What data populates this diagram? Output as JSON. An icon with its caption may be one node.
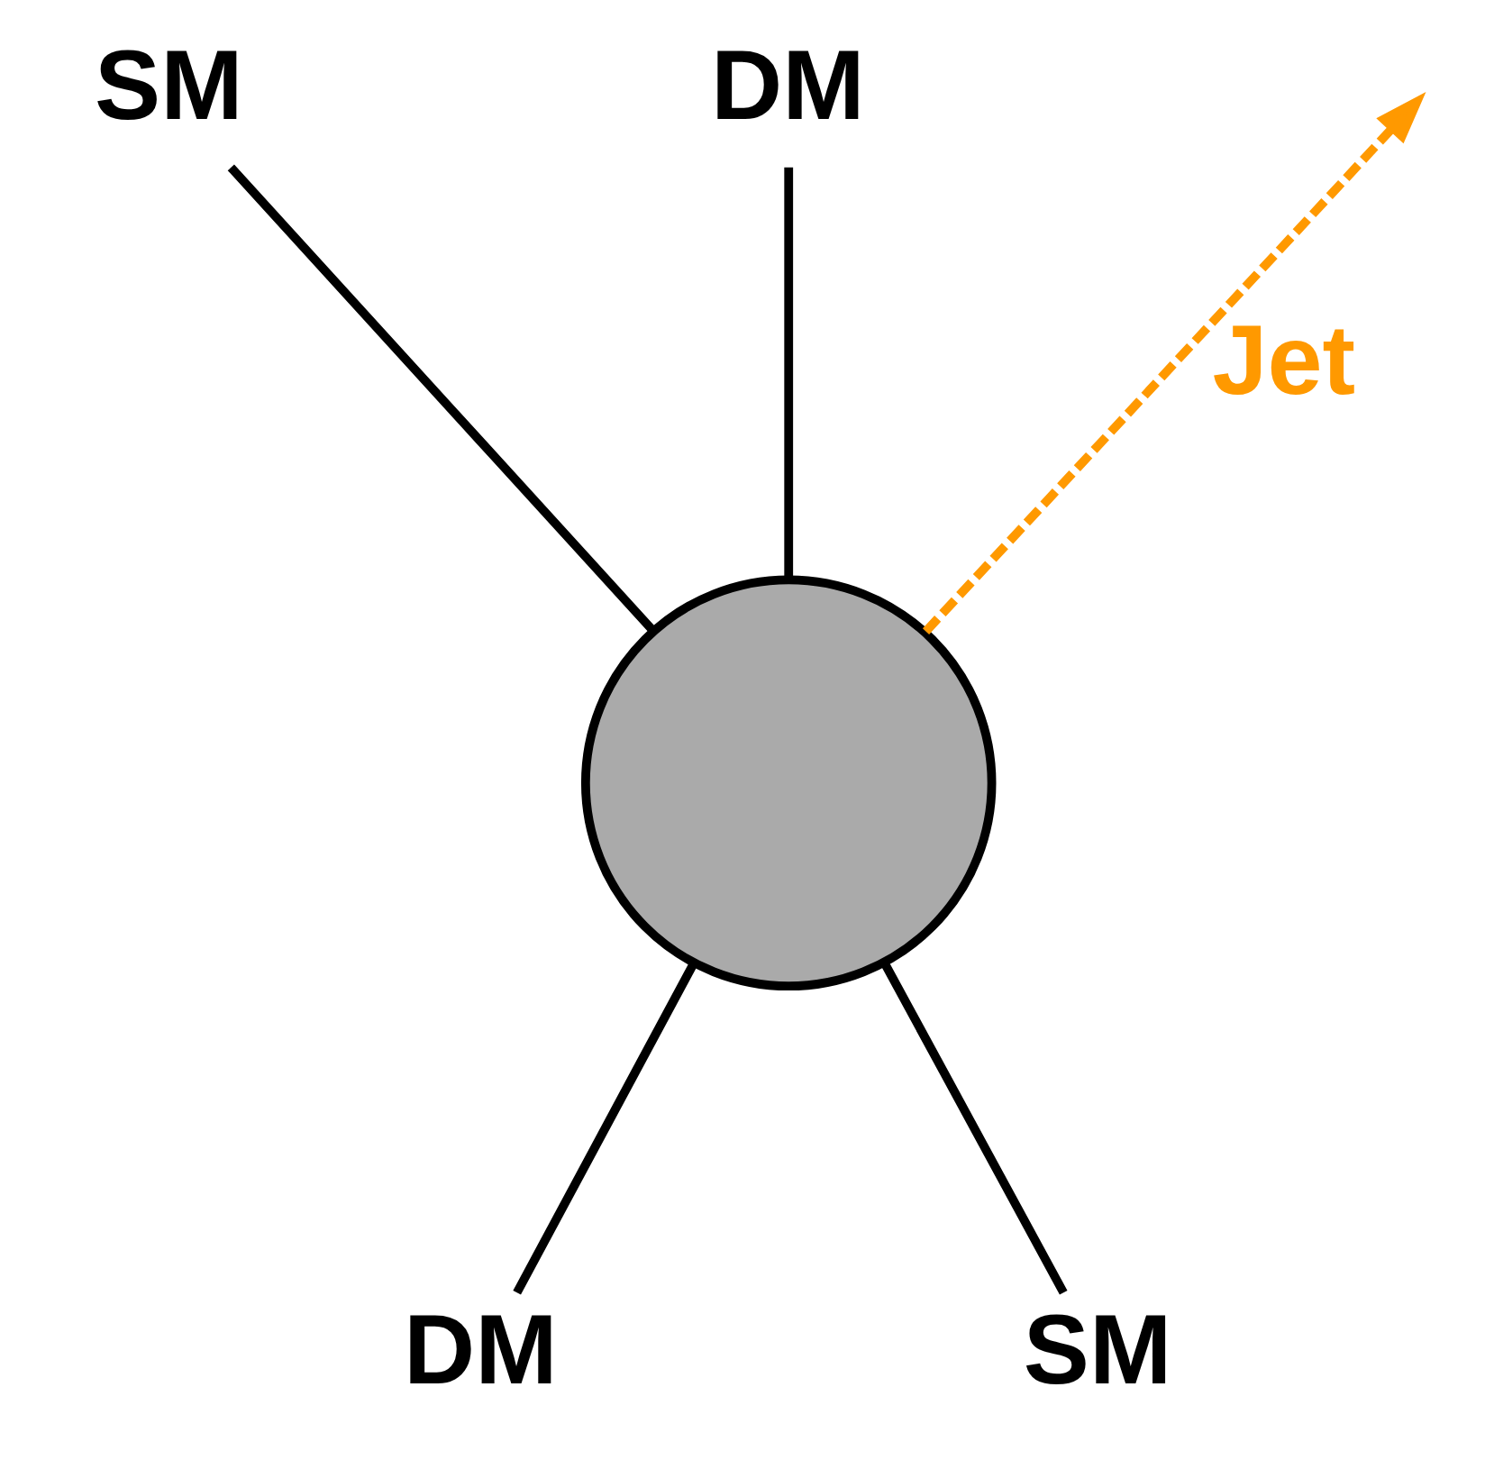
{
  "diagram": {
    "nodes": [
      {
        "text": [
          "SM"
        ]
      },
      {
        "text": [
          "DM"
        ]
      },
      {
        "text": [],
        "shape": "circle"
      },
      {
        "text": [
          "SM"
        ]
      },
      {
        "text": [
          "DM"
        ]
      }
    ],
    "edges": [
      {
        "from": 0,
        "to": 2,
        "arrow": "none"
      },
      {
        "from": 2,
        "to": 1,
        "arrow": "none"
      },
      {
        "from": 3,
        "to": 2,
        "arrow": "none"
      },
      {
        "from": 2,
        "to": 4,
        "arrow": "none"
      },
      {
        "from": 2,
        "to": null,
        "arrow": "to",
        "label": "Jet",
        "style": "dashed",
        "color": "#ff9900"
      }
    ]
  }
}
